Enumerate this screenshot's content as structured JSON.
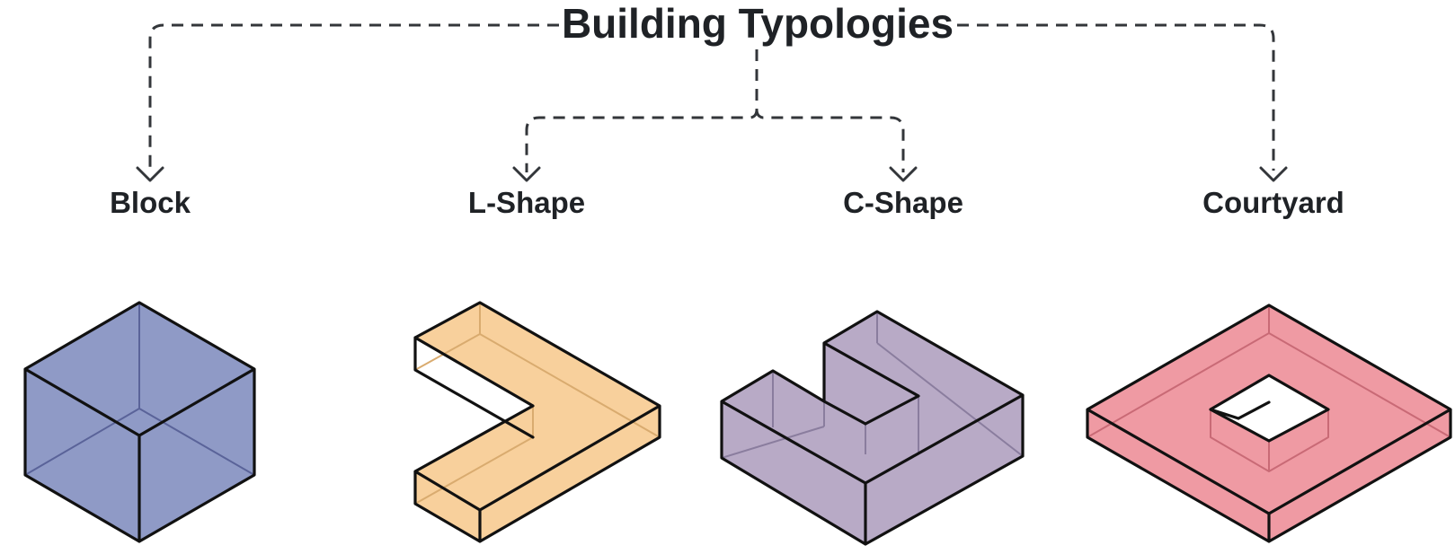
{
  "title": "Building Typologies",
  "typologies": [
    {
      "label": "Block",
      "color": "#8f9ac6"
    },
    {
      "label": "L-Shape",
      "color": "#f8d09c"
    },
    {
      "label": "C-Shape",
      "color": "#b8aac6"
    },
    {
      "label": "Courtyard",
      "color": "#ef9aa3"
    }
  ],
  "colors": {
    "connector": "#33363a",
    "edge": "#111111",
    "text": "#1f2226"
  }
}
